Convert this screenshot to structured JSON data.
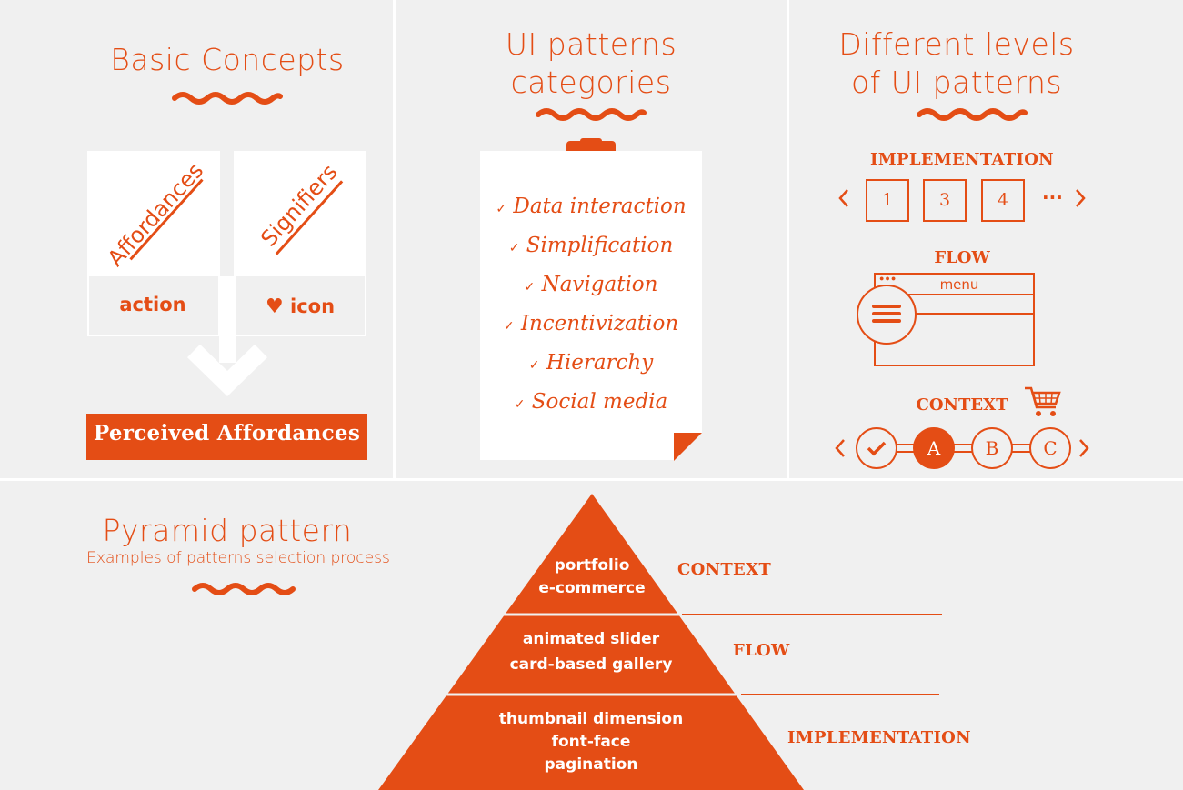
{
  "colors": {
    "accent": "#e44d15",
    "background": "#f0f0f0",
    "card": "#ffffff"
  },
  "basic_concepts": {
    "title": "Basic Concepts",
    "affordances_label": "Affordances",
    "signifiers_label": "Signifiers",
    "action_label": "action",
    "icon_label": "icon",
    "heart_icon": "heart-icon",
    "perceived_label": "Perceived Affordances"
  },
  "categories": {
    "title_line1": "UI patterns",
    "title_line2": "categories",
    "items": [
      "Data interaction",
      "Simplification",
      "Navigation",
      "Incentivization",
      "Hierarchy",
      "Social media"
    ]
  },
  "levels": {
    "title_line1": "Different levels",
    "title_line2": "of UI patterns",
    "implementation_label": "IMPLEMENTATION",
    "pages": [
      "1",
      "3",
      "4"
    ],
    "ellipsis": "···",
    "flow_label": "FLOW",
    "menu_label": "menu",
    "context_label": "CONTEXT",
    "steps": [
      "A",
      "B",
      "C"
    ]
  },
  "pyramid": {
    "title": "Pyramid pattern",
    "subtitle": "Examples of patterns selection process",
    "top_line1": "portfolio",
    "top_line2": "e-commerce",
    "mid_line1": "animated slider",
    "mid_line2": "card-based gallery",
    "bottom_line1": "thumbnail dimension",
    "bottom_line2": "font-face",
    "bottom_line3": "pagination",
    "context_label": "CONTEXT",
    "flow_label": "FLOW",
    "implementation_label": "IMPLEMENTATION"
  }
}
